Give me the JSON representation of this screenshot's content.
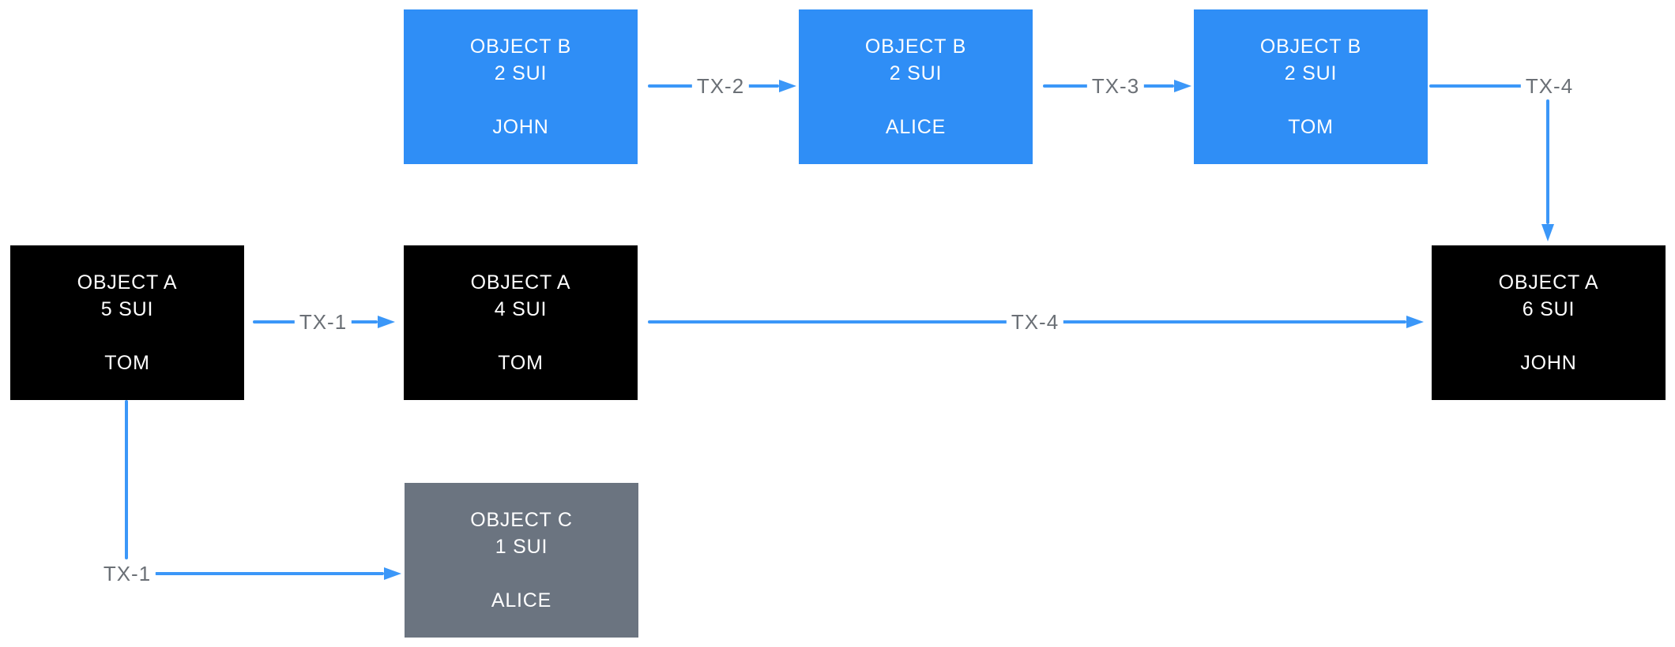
{
  "colors": {
    "background": "#ffffff",
    "node_blue": "#2f8ef6",
    "node_black": "#000000",
    "node_gray": "#6b7480",
    "node_text": "#ffffff",
    "arrow": "#3b97f8",
    "label_text": "#6b7076"
  },
  "nodes": [
    {
      "id": "object-b-john",
      "title": "OBJECT B",
      "amount": "2 SUI",
      "owner": "JOHN",
      "variant": "blue"
    },
    {
      "id": "object-b-alice",
      "title": "OBJECT B",
      "amount": "2 SUI",
      "owner": "ALICE",
      "variant": "blue"
    },
    {
      "id": "object-b-tom",
      "title": "OBJECT B",
      "amount": "2 SUI",
      "owner": "TOM",
      "variant": "blue"
    },
    {
      "id": "object-a-5-tom",
      "title": "OBJECT A",
      "amount": "5 SUI",
      "owner": "TOM",
      "variant": "black"
    },
    {
      "id": "object-a-4-tom",
      "title": "OBJECT A",
      "amount": "4 SUI",
      "owner": "TOM",
      "variant": "black"
    },
    {
      "id": "object-a-6-john",
      "title": "OBJECT A",
      "amount": "6 SUI",
      "owner": "JOHN",
      "variant": "black"
    },
    {
      "id": "object-c-alice",
      "title": "OBJECT C",
      "amount": "1 SUI",
      "owner": "ALICE",
      "variant": "gray"
    }
  ],
  "edges": [
    {
      "label": "TX-1",
      "from": "object-a-5-tom",
      "to": "object-a-4-tom",
      "shape": "straight-right"
    },
    {
      "label": "TX-1",
      "from": "object-a-5-tom",
      "to": "object-c-alice",
      "shape": "down-then-right"
    },
    {
      "label": "TX-2",
      "from": "object-b-john",
      "to": "object-b-alice",
      "shape": "straight-right"
    },
    {
      "label": "TX-3",
      "from": "object-b-alice",
      "to": "object-b-tom",
      "shape": "straight-right"
    },
    {
      "label": "TX-4",
      "from": "object-b-tom",
      "to": "object-a-6-john",
      "shape": "right-then-down"
    },
    {
      "label": "TX-4",
      "from": "object-a-4-tom",
      "to": "object-a-6-john",
      "shape": "straight-right"
    }
  ]
}
